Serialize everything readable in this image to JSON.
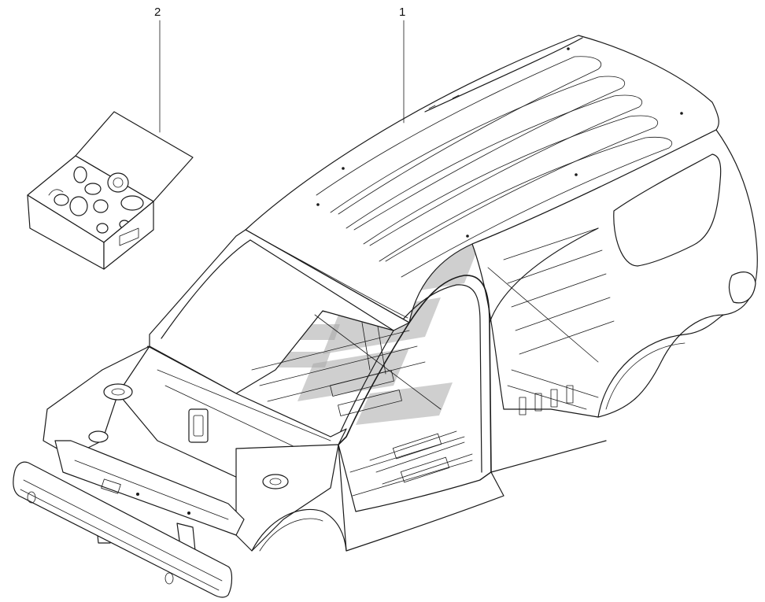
{
  "callouts": [
    {
      "number": "1",
      "part": "body-shell"
    },
    {
      "number": "2",
      "part": "fastener-kit-box"
    }
  ],
  "colors": {
    "line": "#1a1a1a",
    "background": "#ffffff",
    "watermark": "#a8a8a8"
  }
}
